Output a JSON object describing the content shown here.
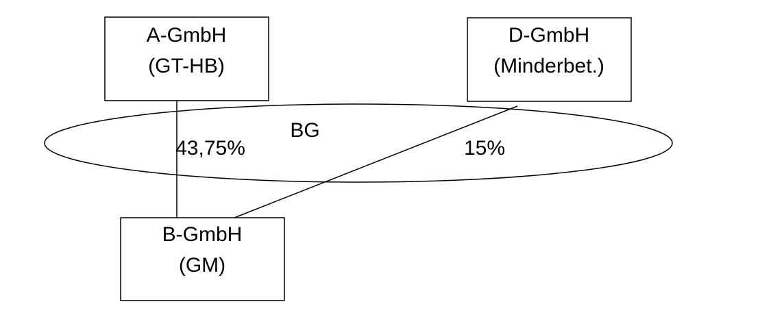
{
  "nodes": {
    "a_gmbh": {
      "line1": "A-GmbH",
      "line2": "(GT-HB)"
    },
    "d_gmbh": {
      "line1": "D-GmbH",
      "line2": "(Minderbet.)"
    },
    "b_gmbh": {
      "line1": "B-GmbH",
      "line2": "(GM)"
    }
  },
  "group": {
    "label": "BG"
  },
  "edges": {
    "a_to_b": {
      "label": "43,75%"
    },
    "d_to_b": {
      "label": "15%"
    }
  }
}
